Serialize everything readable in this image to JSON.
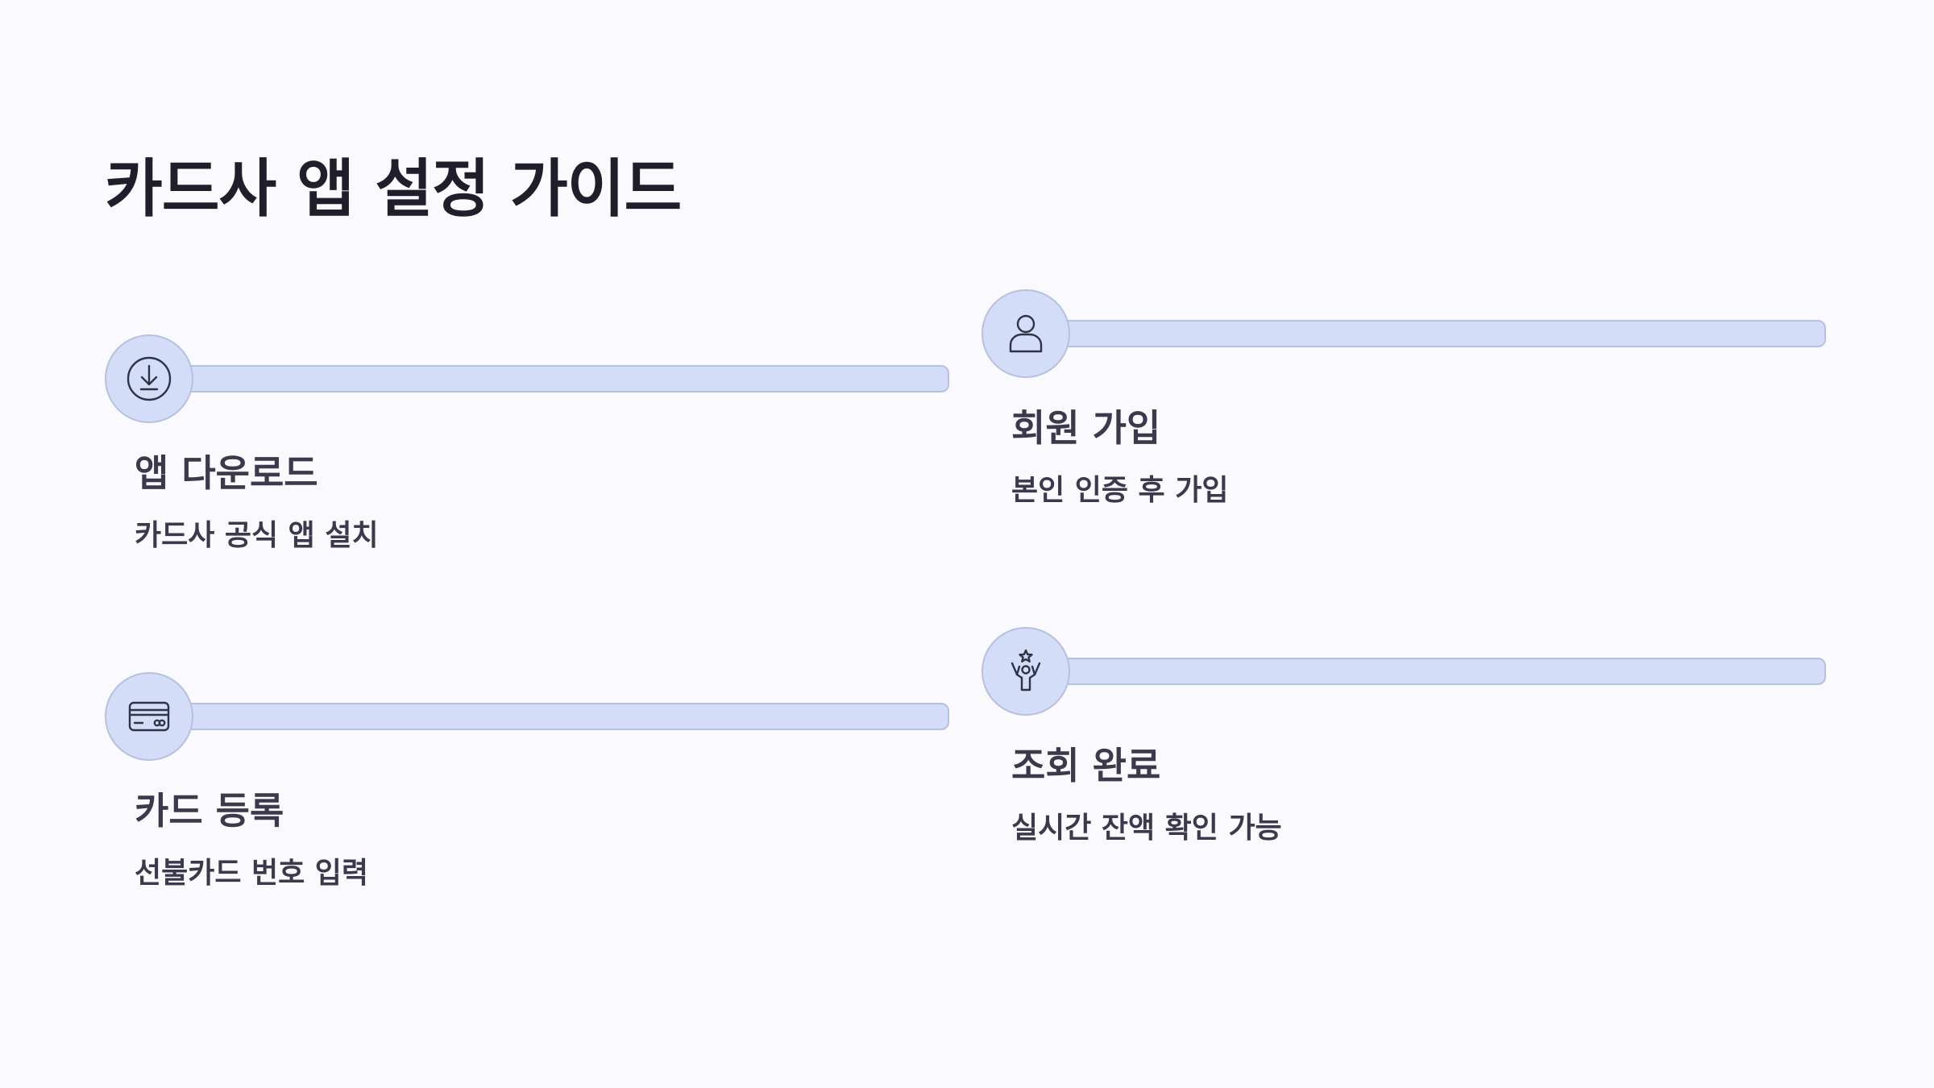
{
  "title": "카드사 앱 설정 가이드",
  "steps": [
    {
      "icon": "download-icon",
      "title": "앱 다운로드",
      "description": "카드사 공식 앱 설치"
    },
    {
      "icon": "user-icon",
      "title": "회원 가입",
      "description": "본인 인증 후 가입"
    },
    {
      "icon": "credit-card-icon",
      "title": "카드 등록",
      "description": "선불카드 번호 입력"
    },
    {
      "icon": "celebration-icon",
      "title": "조회 완료",
      "description": "실시간 잔액 확인 가능"
    }
  ],
  "colors": {
    "background": "#f9f9fe",
    "accent_fill": "#d3ddf7",
    "accent_border": "#b6c0e0",
    "title_text": "#1f1f2b",
    "body_text": "#3a3a4c"
  }
}
